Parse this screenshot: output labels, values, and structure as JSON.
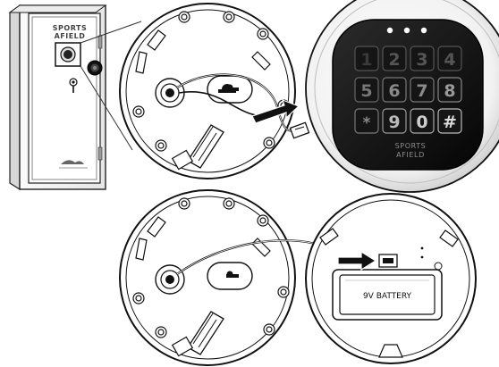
{
  "safe": {
    "brand_line1": "SPORTS",
    "brand_line2": "AFIELD"
  },
  "keypad": {
    "digits": [
      "1",
      "2",
      "3",
      "4",
      "5",
      "6",
      "7",
      "8",
      "*",
      "9",
      "0",
      "#"
    ],
    "brand_line1": "SPORTS",
    "brand_line2": "AFIELD",
    "indicator_lights": 3
  },
  "battery": {
    "label": "9V BATTERY"
  }
}
